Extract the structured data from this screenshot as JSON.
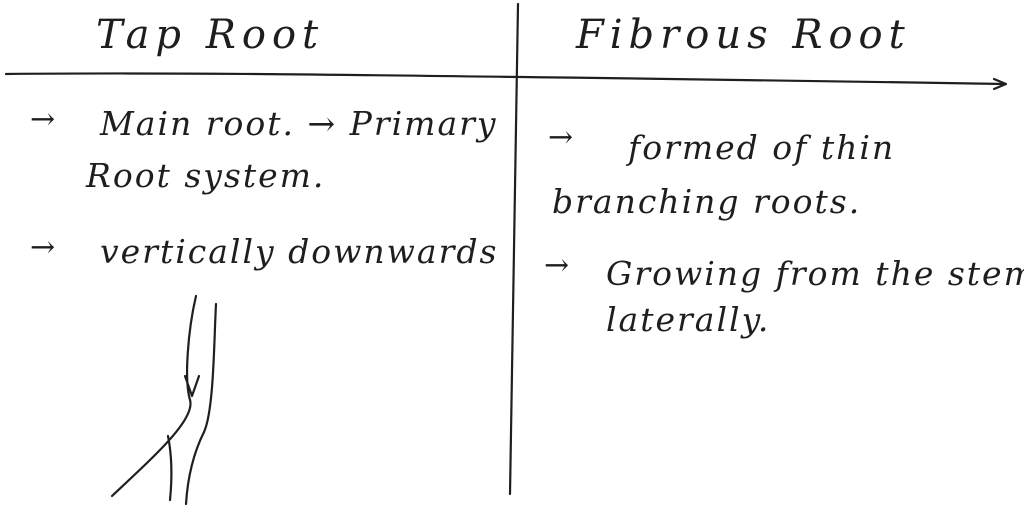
{
  "table": {
    "left": {
      "heading": "Tap Root",
      "points": [
        {
          "marker": "→",
          "lines": [
            "Main root. → Primary",
            "Root system."
          ]
        },
        {
          "marker": "→",
          "lines": [
            "vertically downwards"
          ]
        }
      ]
    },
    "right": {
      "heading": "Fibrous Root",
      "points": [
        {
          "marker": "→",
          "lines": [
            "formed of  thin",
            "branching  roots."
          ]
        },
        {
          "marker": "→",
          "lines": [
            "Growing from the stem",
            "laterally."
          ]
        }
      ]
    }
  }
}
